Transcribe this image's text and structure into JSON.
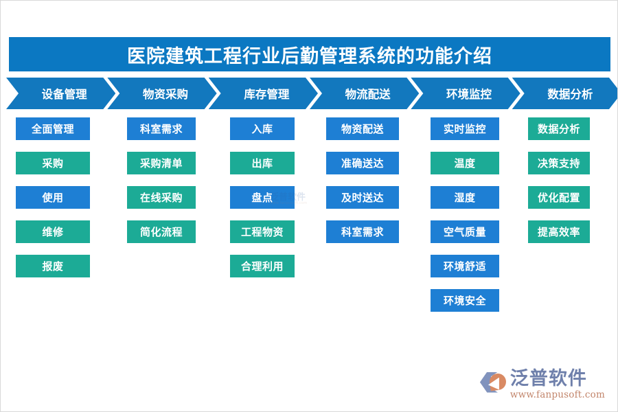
{
  "page": {
    "title": "医院建筑工程行业后勤管理系统的功能介绍",
    "background_color": "#FFFFFF",
    "title_bar_color": "#0B78C2",
    "chevron_color": "#1278BE",
    "cell_blue": "#1E7FD4",
    "cell_green": "#1CAB96"
  },
  "header": {
    "steps": [
      {
        "label": "设备管理"
      },
      {
        "label": "物资采购"
      },
      {
        "label": "库存管理"
      },
      {
        "label": "物流配送"
      },
      {
        "label": "环境监控"
      },
      {
        "label": "数据分析"
      }
    ]
  },
  "columns": [
    {
      "name": "设备管理",
      "items": [
        {
          "label": "全面管理",
          "color": "blue"
        },
        {
          "label": "采购",
          "color": "green"
        },
        {
          "label": "使用",
          "color": "blue"
        },
        {
          "label": "维修",
          "color": "green"
        },
        {
          "label": "报废",
          "color": "green"
        }
      ]
    },
    {
      "name": "物资采购",
      "items": [
        {
          "label": "科室需求",
          "color": "blue"
        },
        {
          "label": "采购清单",
          "color": "green"
        },
        {
          "label": "在线采购",
          "color": "green"
        },
        {
          "label": "简化流程",
          "color": "green"
        }
      ]
    },
    {
      "name": "库存管理",
      "items": [
        {
          "label": "入库",
          "color": "blue"
        },
        {
          "label": "出库",
          "color": "green"
        },
        {
          "label": "盘点",
          "color": "blue"
        },
        {
          "label": "工程物资",
          "color": "green"
        },
        {
          "label": "合理利用",
          "color": "green"
        }
      ]
    },
    {
      "name": "物流配送",
      "items": [
        {
          "label": "物资配送",
          "color": "blue"
        },
        {
          "label": "准确送达",
          "color": "blue"
        },
        {
          "label": "及时送达",
          "color": "blue"
        },
        {
          "label": "科室需求",
          "color": "blue"
        }
      ]
    },
    {
      "name": "环境监控",
      "items": [
        {
          "label": "实时监控",
          "color": "blue"
        },
        {
          "label": "温度",
          "color": "green"
        },
        {
          "label": "湿度",
          "color": "blue"
        },
        {
          "label": "空气质量",
          "color": "blue"
        },
        {
          "label": "环境舒适",
          "color": "blue"
        },
        {
          "label": "环境安全",
          "color": "blue"
        }
      ]
    },
    {
      "name": "数据分析",
      "items": [
        {
          "label": "数据分析",
          "color": "green"
        },
        {
          "label": "决策支持",
          "color": "green"
        },
        {
          "label": "优化配置",
          "color": "green"
        },
        {
          "label": "提高效率",
          "color": "green"
        }
      ]
    }
  ],
  "watermark": {
    "brand": "泛普软件",
    "url_small": "www.fanpusoft.com"
  },
  "logo": {
    "brand": "泛普软件",
    "url": "www.fanpusoft.com"
  }
}
